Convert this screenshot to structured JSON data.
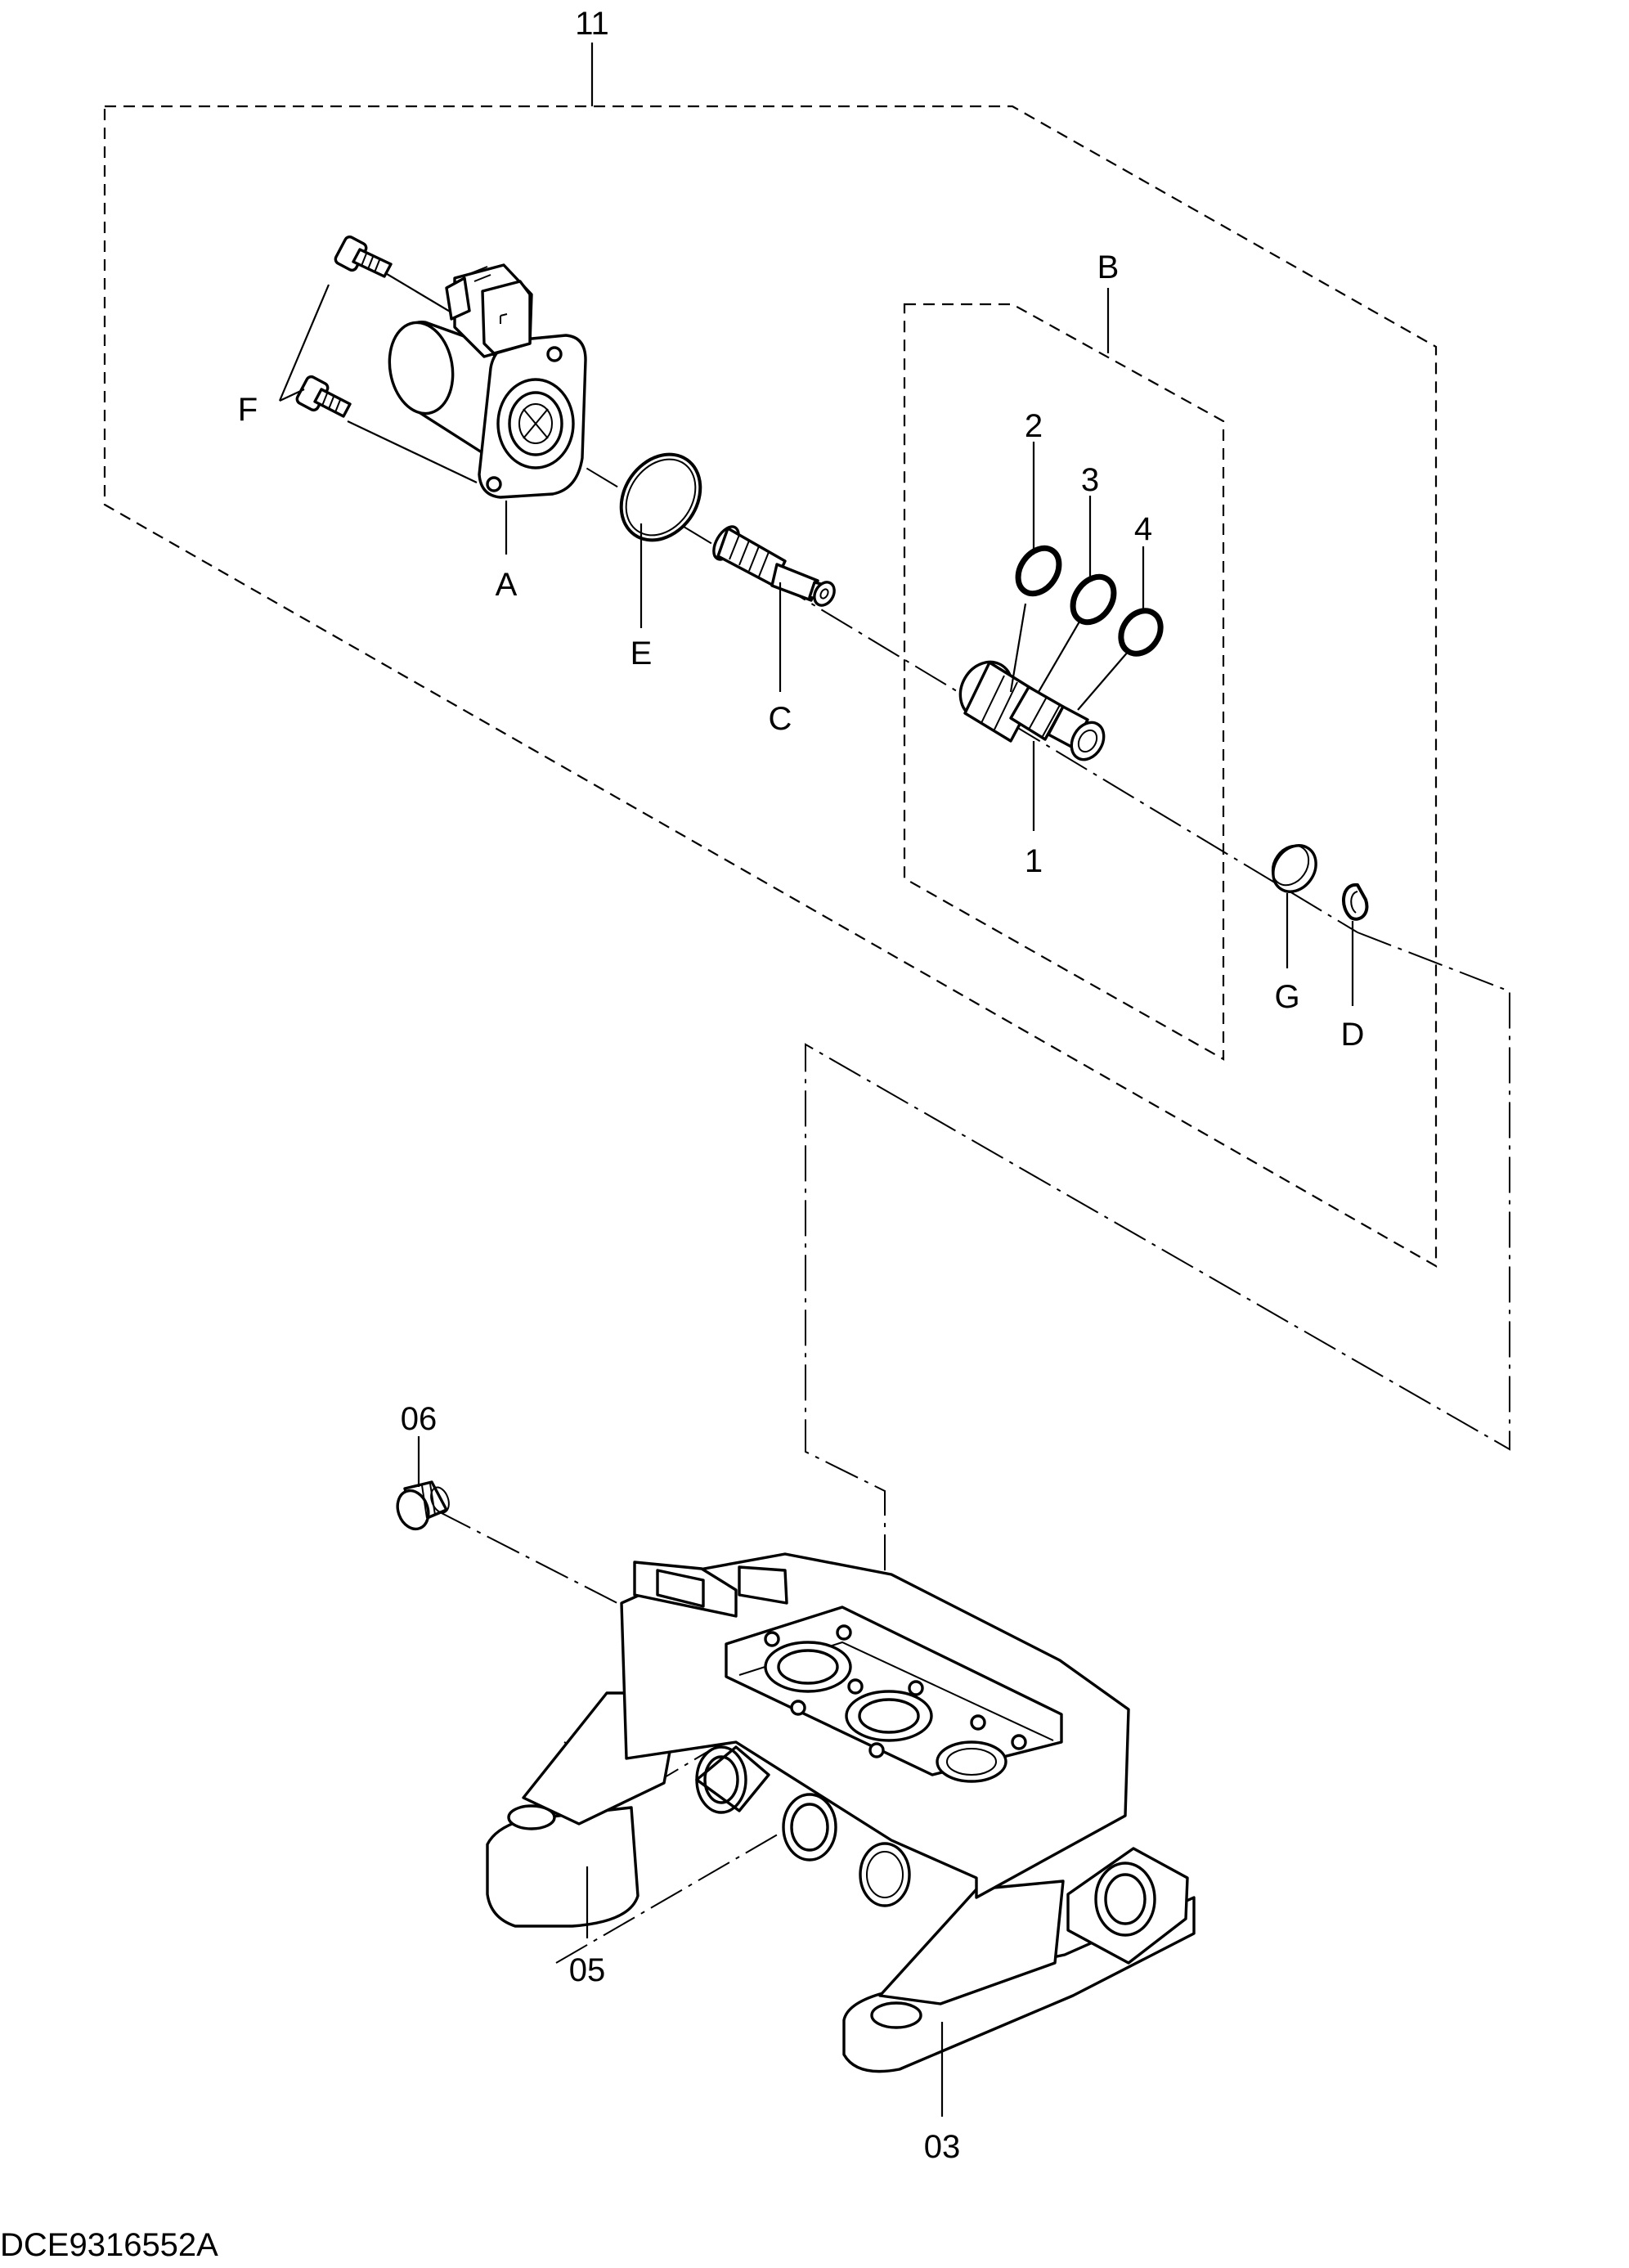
{
  "callouts": {
    "assembly": "11",
    "solenoid": "A",
    "cartridge_group": "B",
    "spool": "C",
    "backup_ring": "D",
    "solenoid_oring": "E",
    "bolts": "F",
    "plug_cap": "G",
    "sleeve": "1",
    "oring_2": "2",
    "oring_3": "3",
    "oring_4": "4",
    "plug_05": "05",
    "plug_06": "06",
    "body_03": "03"
  },
  "drawing_code": "DCE9316552A"
}
